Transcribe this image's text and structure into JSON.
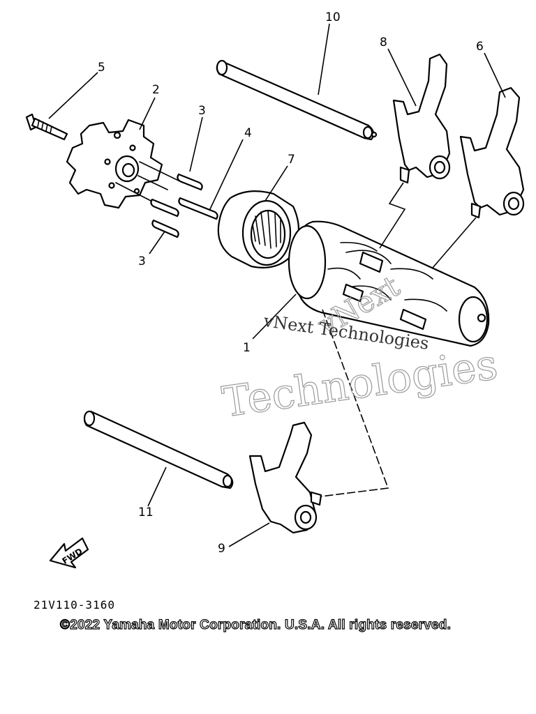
{
  "callouts": [
    "1",
    "2",
    "3",
    "3",
    "4",
    "5",
    "6",
    "7",
    "8",
    "9",
    "10",
    "11"
  ],
  "direction_arrow": {
    "label": "FWD",
    "icon": "fwd-arrow-icon"
  },
  "watermark": {
    "line1": "vNext Technologies",
    "line2": "Technologies",
    "line3": "vNext"
  },
  "diagram_code": "21V110-3160",
  "copyright": "©2022 Yamaha Motor Corporation. U.S.A. All rights reserved."
}
